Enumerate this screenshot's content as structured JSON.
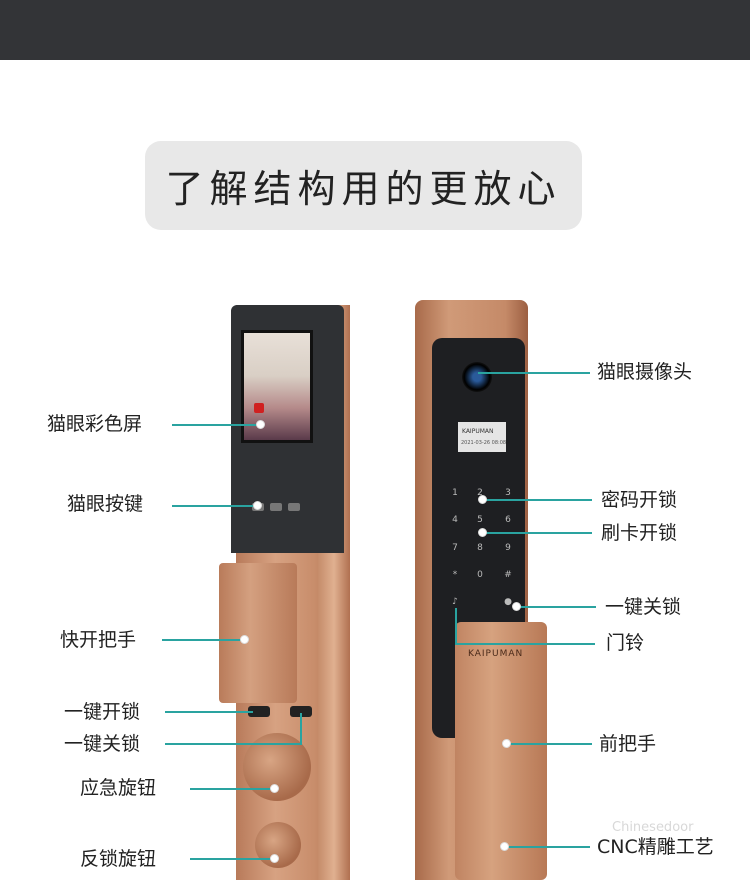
{
  "title": "了解结构用的更放心",
  "left_labels": {
    "color_screen": "猫眼彩色屏",
    "peephole_button": "猫眼按键",
    "quick_handle": "快开把手",
    "one_key_unlock": "一键开锁",
    "one_key_lock": "一键关锁",
    "emergency_knob": "应急旋钮",
    "anti_lock_knob": "反锁旋钮"
  },
  "right_labels": {
    "peephole_camera": "猫眼摄像头",
    "password_unlock": "密码开锁",
    "card_unlock": "刷卡开锁",
    "one_key_lock": "一键关锁",
    "doorbell": "门铃",
    "front_handle": "前把手",
    "cnc": "CNC精雕工艺"
  },
  "lock": {
    "brand": "KAIPUMAN",
    "screen_date": "2021-03-26  08:08",
    "keypad": [
      "1",
      "2",
      "3",
      "4",
      "5",
      "6",
      "7",
      "8",
      "9",
      "*",
      "0",
      "#"
    ]
  },
  "watermark": "Chinesedoor",
  "colors": {
    "accent_line": "#2aa3a0",
    "topbar": "#333437",
    "pill": "#e8e8e8",
    "bronze": "#c88d6b"
  }
}
